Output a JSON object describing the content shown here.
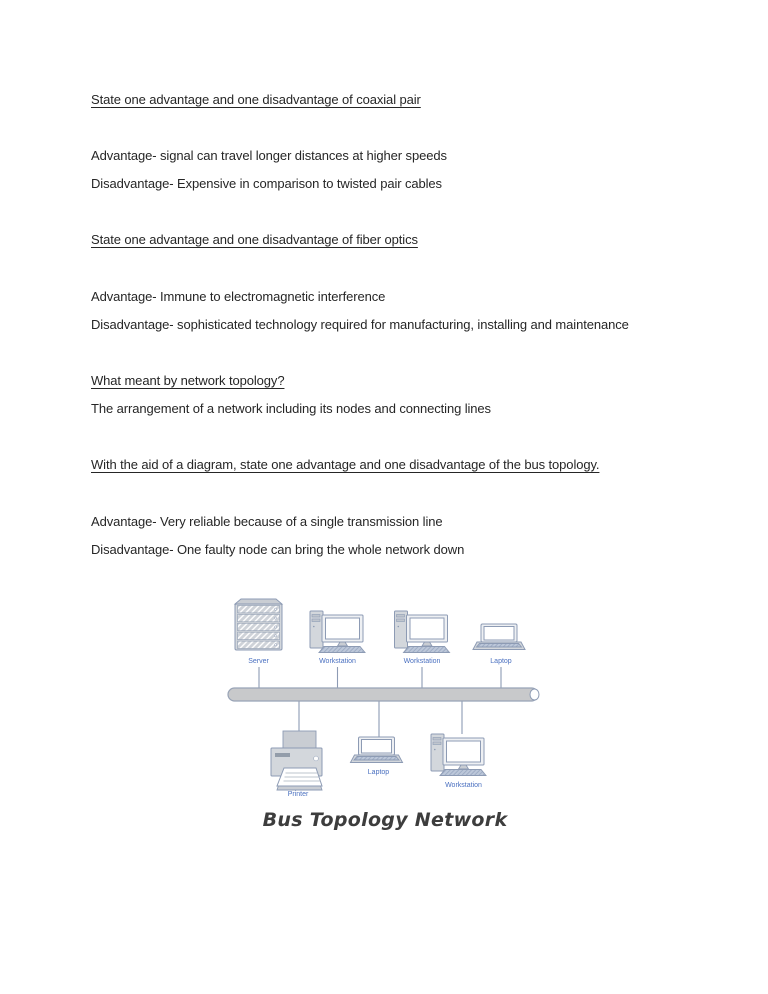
{
  "theme": {
    "page_bg": "#ffffff",
    "body_text": "#262626",
    "device_outline": "#8d9bb4",
    "device_fill": "#d3d7dc",
    "device_fill_dark": "#c9cdd3",
    "screen_fill": "#ffffff",
    "keyboard_fill": "#bcc7d9",
    "bus_fill": "#c8c9cb",
    "bus_outline": "#98a3b6",
    "strip_fill": "#939daa",
    "label_text": "#4a70c0",
    "caption_text": "#3d3d3d"
  },
  "document": {
    "sections": [
      {
        "heading": "State one advantage and one disadvantage of coaxial pair",
        "lines": [
          "Advantage- signal can travel longer distances at higher speeds",
          "Disadvantage- Expensive in comparison to twisted pair cables"
        ]
      },
      {
        "heading": "State one advantage and one disadvantage of fiber optics",
        "lines": [
          "Advantage- Immune to electromagnetic interference",
          "Disadvantage- sophisticated technology required for manufacturing, installing and maintenance"
        ]
      },
      {
        "heading": "What meant by network topology?",
        "lines": [
          "The arrangement of a network including its nodes and connecting lines"
        ]
      },
      {
        "heading": "With the aid of a diagram, state one advantage and one disadvantage of the bus topology.",
        "lines": [
          "Advantage- Very reliable because of a single transmission line",
          "Disadvantage- One faulty node can bring the whole network down"
        ]
      }
    ]
  },
  "diagram": {
    "caption": "Bus Topology Network",
    "top_devices": [
      {
        "label": "Server",
        "type": "server"
      },
      {
        "label": "Workstation",
        "type": "workstation"
      },
      {
        "label": "Workstation",
        "type": "workstation"
      },
      {
        "label": "Laptop",
        "type": "laptop"
      }
    ],
    "bottom_devices": [
      {
        "label": "Printer",
        "type": "printer"
      },
      {
        "label": "Laptop",
        "type": "laptop"
      },
      {
        "label": "Workstation",
        "type": "workstation"
      }
    ]
  }
}
